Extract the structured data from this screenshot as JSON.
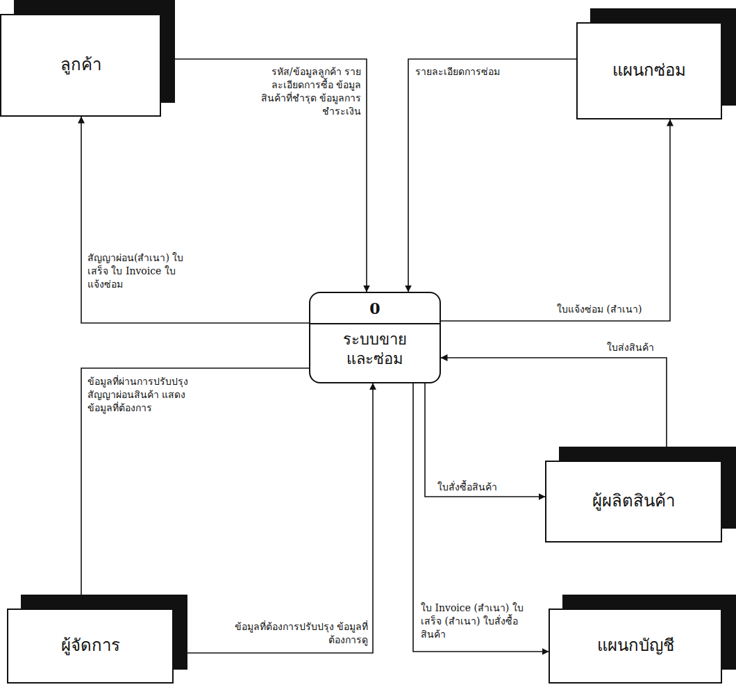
{
  "diagram": {
    "nodes": [
      {
        "text": [
          "ลูกค้า"
        ]
      },
      {
        "text": [
          "แผนกซ่อม"
        ]
      },
      {
        "text": [
          "0",
          "ระบบขาย และซ่อม"
        ]
      },
      {
        "text": [
          "ผู้ผลิตสินค้า"
        ]
      },
      {
        "text": [
          "ผู้จัดการ"
        ]
      },
      {
        "text": [
          "แผนกบัญชี"
        ]
      }
    ],
    "edges": [
      {
        "from": 0,
        "to": 2,
        "arrow": "to",
        "label": "รหัส/ข้อมูลลูกค้า รายละเอียดการซื้อ ข้อมูลสินค้าที่ชำรุด ข้อมูลการชำระเงิน"
      },
      {
        "from": 1,
        "to": 2,
        "arrow": "to",
        "label": "รายละเอียดการซ่อม"
      },
      {
        "from": 2,
        "to": 1,
        "arrow": "to",
        "label": "ใบแจ้งซ่อม (สำเนา)"
      },
      {
        "from": 3,
        "to": 2,
        "arrow": "to",
        "label": "ใบส่งสินค้า"
      },
      {
        "from": 2,
        "to": 3,
        "arrow": "to",
        "label": "ใบสั่งซื้อสินค้า"
      },
      {
        "from": 2,
        "to": 0,
        "arrow": "to",
        "label": "สัญญาผ่อน(สำเนา) ใบเสร็จ ใบ Invoice ใบแจ้งซ่อม"
      },
      {
        "from": 2,
        "to": 4,
        "arrow": "to",
        "label": "ข้อมูลที่ผ่านการปรับปรุง สัญญาผ่อนสินค้า แสดงข้อมูลที่ต้องการ"
      },
      {
        "from": 4,
        "to": 2,
        "arrow": "to",
        "label": "ข้อมูลที่ต้องการปรับปรุง ข้อมูลที่ต้องการดู"
      },
      {
        "from": 2,
        "to": 5,
        "arrow": "to",
        "label": "ใบ Invoice (สำเนา) ใบเสร็จ (สำเนา) ใบสั่งซื้อสินค้า"
      }
    ]
  }
}
